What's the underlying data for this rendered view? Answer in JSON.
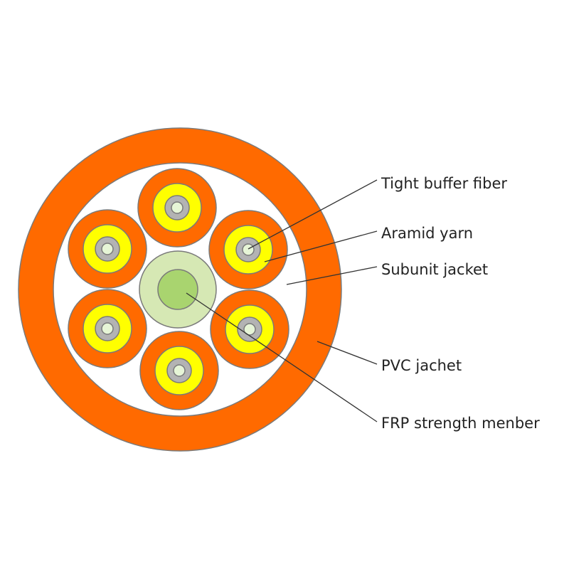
{
  "colors": {
    "pvc_jacket": "#ff6a00",
    "cable_interior": "#ffffff",
    "subunit_jacket": "#ff6a00",
    "aramid_yarn": "#ffff00",
    "buffer_ring": "#b3b3b3",
    "fiber_core": "#e6f5d6",
    "frp_outer": "#d6e8b4",
    "frp_inner": "#a9d46f",
    "outline": "#7a7a7a",
    "leader_line": "#333333",
    "text": "#222222"
  },
  "labels": {
    "tight_buffer_fiber": "Tight buffer fiber",
    "aramid_yarn": "Aramid yarn",
    "subunit_jacket": "Subunit jacket",
    "pvc_jacket": "PVC jachet",
    "frp_strength_member": "FRP strength menber"
  }
}
